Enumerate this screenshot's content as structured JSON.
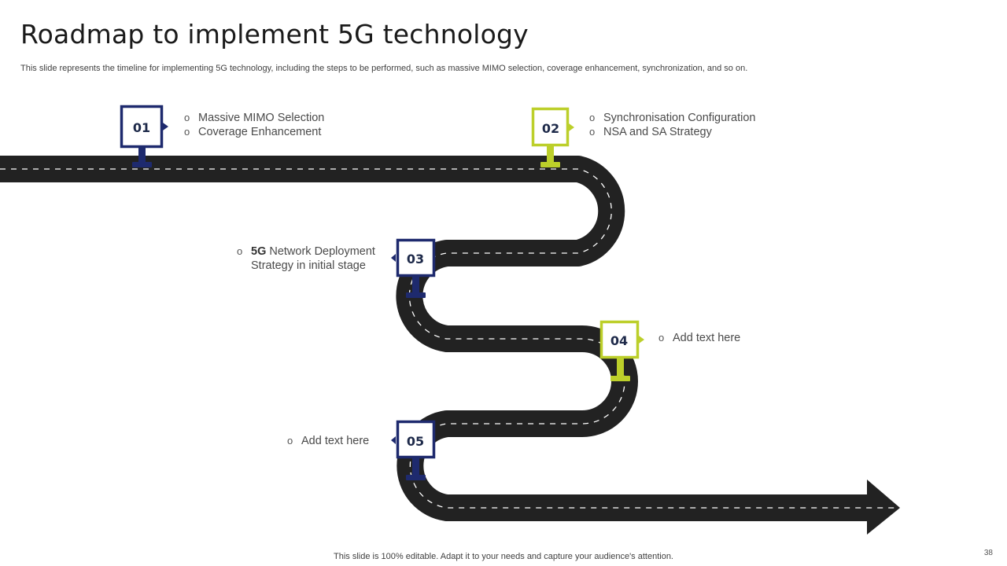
{
  "slide": {
    "title": "Roadmap to implement 5G technology",
    "subtitle": "This slide represents the timeline for implementing 5G technology, including the steps to be performed, such as massive MIMO  selection, coverage enhancement, synchronization, and so on.",
    "footer": "This slide is 100% editable. Adapt it to your needs and capture your audience's attention.",
    "page_number": "38"
  },
  "colors": {
    "road": "#222222",
    "navy": "#1e2a6e",
    "lime": "#bccf2a"
  },
  "milestones": [
    {
      "number": "01",
      "color": "navy",
      "items": [
        "Massive MIMO Selection",
        "Coverage Enhancement"
      ]
    },
    {
      "number": "02",
      "color": "lime",
      "items": [
        "Synchronisation Configuration",
        "NSA and SA Strategy"
      ]
    },
    {
      "number": "03",
      "color": "navy",
      "items_bold_prefix": "5G",
      "items": [
        " Network Deployment",
        "Strategy in initial stage"
      ]
    },
    {
      "number": "04",
      "color": "lime",
      "items": [
        "Add text here"
      ]
    },
    {
      "number": "05",
      "color": "navy",
      "items": [
        "Add text here"
      ]
    }
  ]
}
